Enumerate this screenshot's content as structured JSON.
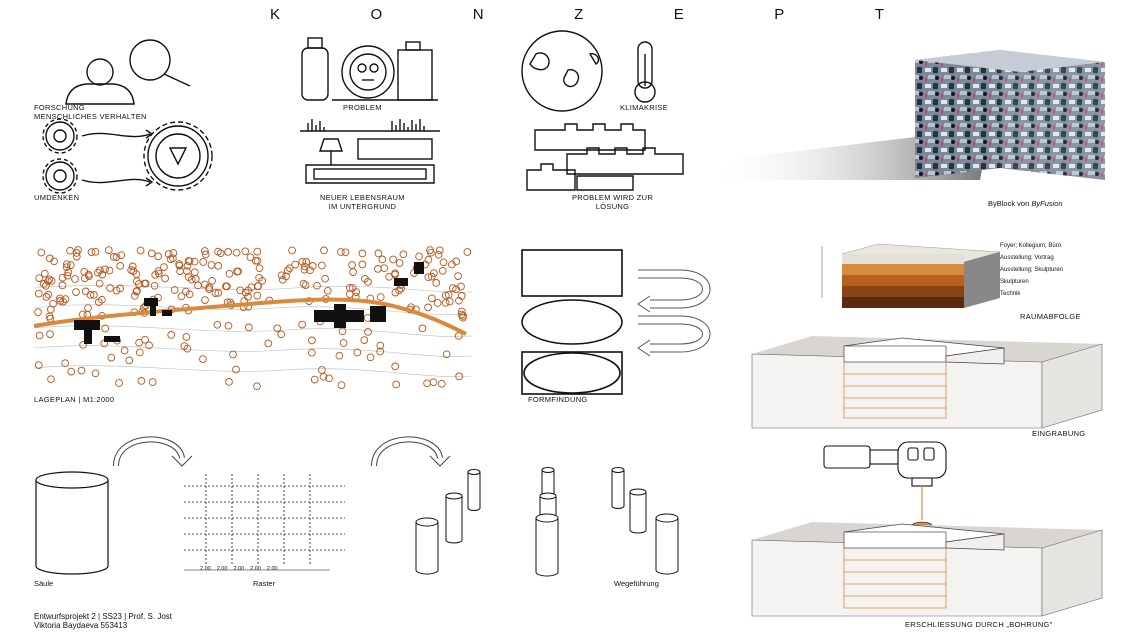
{
  "title_letters": [
    "K",
    "O",
    "N",
    "Z",
    "E",
    "P",
    "T"
  ],
  "labels": {
    "forschung_1": "FORSCHUNG",
    "forschung_2": "MENSCHLICHES VERHALTEN",
    "problem": "PROBLEM",
    "klimakrise": "KLIMAKRISE",
    "umdenken": "UMDENKEN",
    "lebensraum_1": "NEUER LEBENSRAUM",
    "lebensraum_2": "IM UNTERGRUND",
    "loesung_1": "PROBLEM WIRD ZUR",
    "loesung_2": "LÖSUNG",
    "byblock_prefix": "ByBlock von ",
    "byblock_brand": "ByFusion",
    "lageplan": "LAGEPLAN  |  M1:2000",
    "formfindung": "FORMFINDUNG",
    "raumabfolge": "RAUMABFOLGE",
    "eingrabung": "EINGRABUNG",
    "erschliessung": "ERSCHLIEßUNG DURCH „BOHRUNG\"",
    "saeule": "Säule",
    "raster": "Raster",
    "wegefuehrung": "Wegeführung",
    "footer_1": "Entwurfsprojekt 2 | SS23 | Prof. S. Jost",
    "footer_2": "Viktoria Baydaeva 553413"
  },
  "layers": [
    {
      "label": "Foyer; Kollegium; Büro",
      "color": "#e4e0d8"
    },
    {
      "label": "Ausstellung; Vortrag",
      "color": "#d98a3a"
    },
    {
      "label": "Ausstellung; Skulpturen",
      "color": "#b8611f"
    },
    {
      "label": "Skulpturen",
      "color": "#8a4515"
    },
    {
      "label": "Technik",
      "color": "#5a2a0e"
    }
  ],
  "raster_dims": [
    "2.00",
    "2.00",
    "2.00",
    "2.00",
    "2.00"
  ],
  "accent_color": "#d98a3a"
}
